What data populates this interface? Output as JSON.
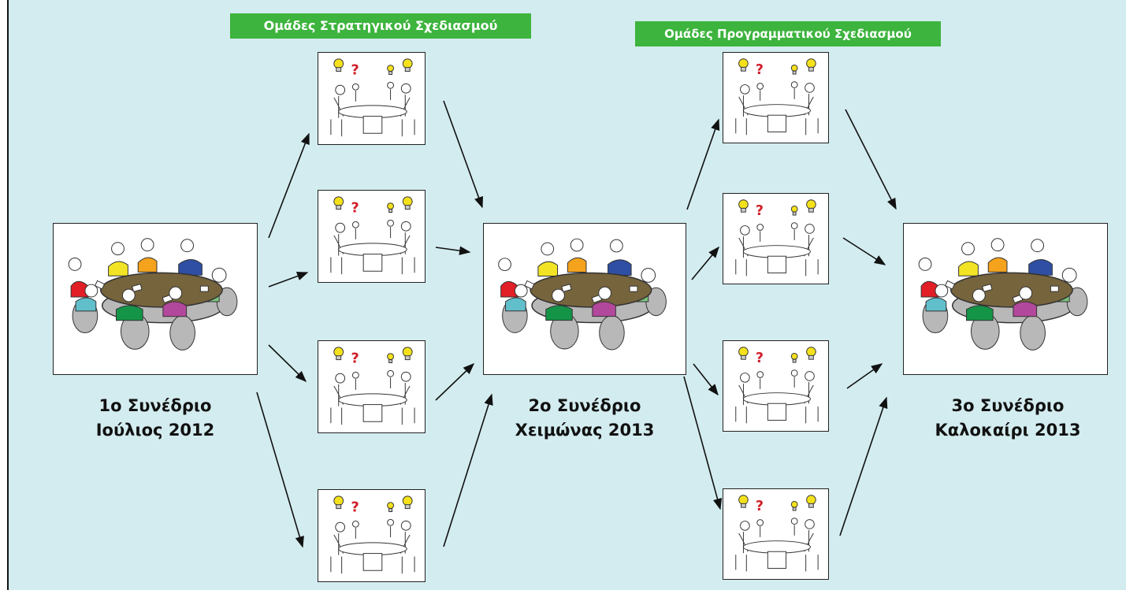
{
  "headers": {
    "strategic": "Ομάδες Στρατηγικού Σχεδιασμού",
    "programmatic": "Ομάδες Προγραμματικού Σχεδιασμού"
  },
  "conferences": [
    {
      "line1": "1ο Συνέδριο",
      "line2": "Ιούλιος 2012"
    },
    {
      "line1": "2ο Συνέδριο",
      "line2": "Χειμώνας 2013"
    },
    {
      "line1": "3ο Συνέδριο",
      "line2": "Καλοκαίρι 2013"
    }
  ],
  "colors": {
    "background": "#d3ecef",
    "header_green": "#3db43d",
    "table": "#76643d",
    "bulb": "#f4e11b",
    "question": "#d11f2a",
    "people": [
      "#e21e26",
      "#f2e425",
      "#f5a21c",
      "#2e4fa3",
      "#7cc47f",
      "#61bfcc",
      "#139447",
      "#b2489b",
      "#b8b8b8"
    ]
  }
}
